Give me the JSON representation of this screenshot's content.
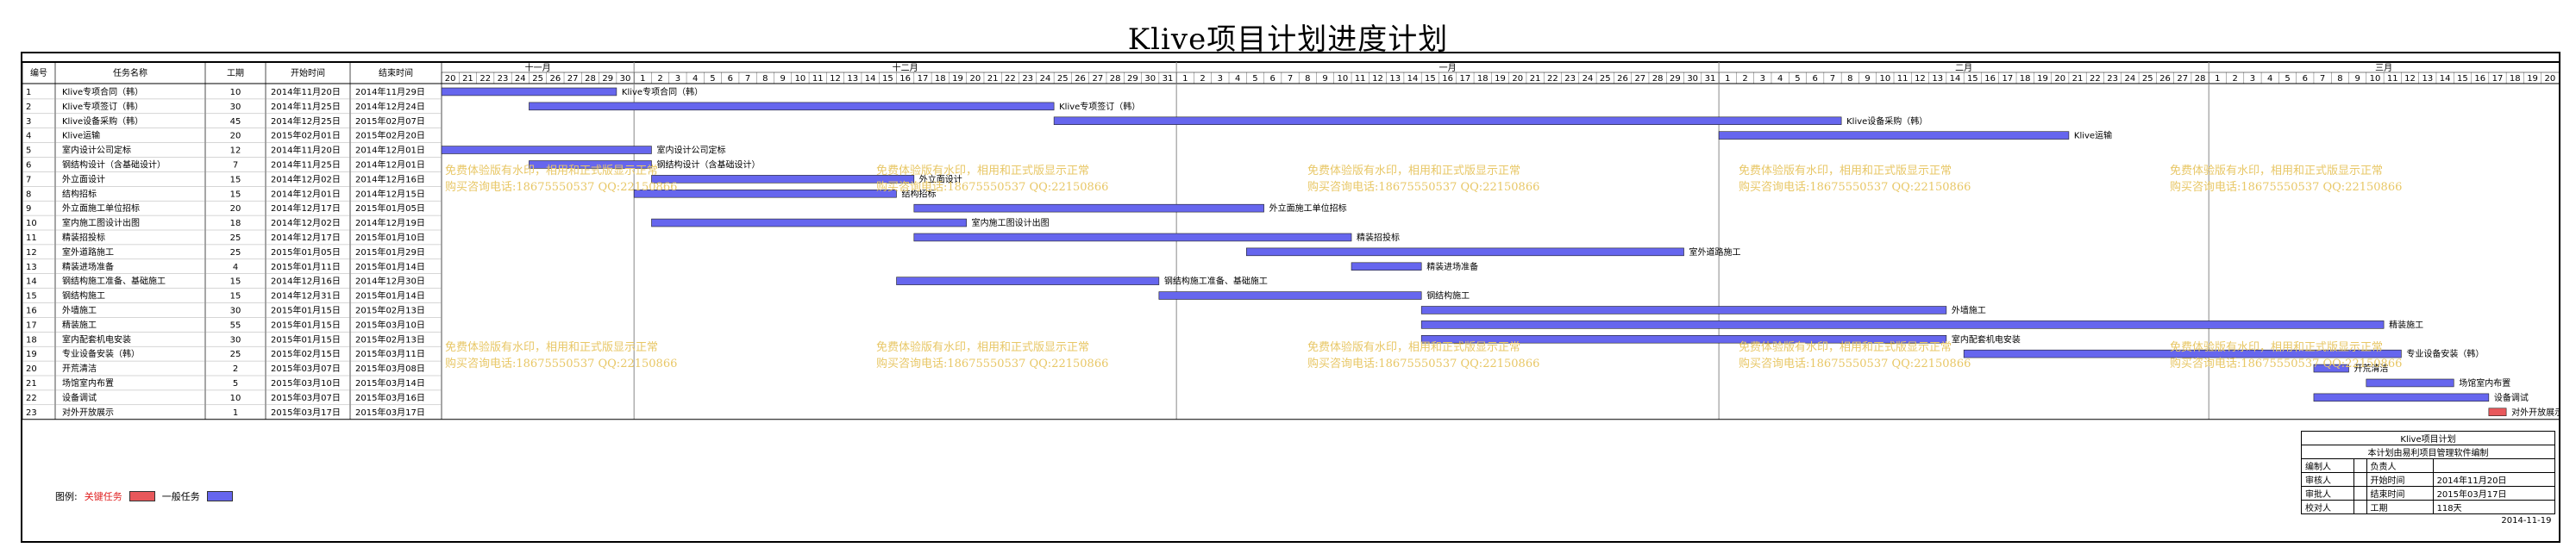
{
  "title": "Klive项目计划进度计划",
  "columns": [
    "编号",
    "任务名称",
    "工期",
    "开始时间",
    "结束时间"
  ],
  "months": [
    "十一月",
    "十二月",
    "一月",
    "二月",
    "三月"
  ],
  "watermark": {
    "line1": "免费体验版有水印，相用和正式版显示正常",
    "line2": "购买咨询电话:18675550537 QQ:22150866"
  },
  "legend": {
    "label": "图例:",
    "critical_label": "关键任务",
    "normal_label": "一般任务",
    "critical_color": "#e8585b",
    "normal_color": "#6666ee"
  },
  "colors": {
    "normal_bar": "#6666ee",
    "critical_bar": "#e8585b",
    "critical_text": "#e02020"
  },
  "chart_data": {
    "type": "gantt",
    "x_range": [
      "2014-11-20",
      "2015-03-21"
    ],
    "tasks": [
      {
        "id": "1",
        "name": "Klive专项合同（韩）",
        "duration": "10",
        "start": "2014年11月20日",
        "end": "2014年11月29日",
        "label": "Klive专项合同（韩）",
        "critical": false
      },
      {
        "id": "2",
        "name": "Klive专项签订（韩）",
        "duration": "30",
        "start": "2014年11月25日",
        "end": "2014年12月24日",
        "label": "Klive专项签订（韩）",
        "critical": false
      },
      {
        "id": "3",
        "name": "Klive设备采购（韩）",
        "duration": "45",
        "start": "2014年12月25日",
        "end": "2015年02月07日",
        "label": "Klive设备采购（韩）",
        "critical": false
      },
      {
        "id": "4",
        "name": "Klive运输",
        "duration": "20",
        "start": "2015年02月01日",
        "end": "2015年02月20日",
        "label": "Klive运输",
        "critical": false
      },
      {
        "id": "5",
        "name": "室内设计公司定标",
        "duration": "12",
        "start": "2014年11月20日",
        "end": "2014年12月01日",
        "label": "室内设计公司定标",
        "critical": false
      },
      {
        "id": "6",
        "name": "钢结构设计（含基础设计）",
        "duration": "7",
        "start": "2014年11月25日",
        "end": "2014年12月01日",
        "label": "钢结构设计（含基础设计）",
        "critical": false
      },
      {
        "id": "7",
        "name": "外立面设计",
        "duration": "15",
        "start": "2014年12月02日",
        "end": "2014年12月16日",
        "label": "外立面设计",
        "critical": false
      },
      {
        "id": "8",
        "name": "结构招标",
        "duration": "15",
        "start": "2014年12月01日",
        "end": "2014年12月15日",
        "label": "结构招标",
        "critical": false
      },
      {
        "id": "9",
        "name": "外立面施工单位招标",
        "duration": "20",
        "start": "2014年12月17日",
        "end": "2015年01月05日",
        "label": "外立面施工单位招标",
        "critical": false
      },
      {
        "id": "10",
        "name": "室内施工图设计出图",
        "duration": "18",
        "start": "2014年12月02日",
        "end": "2014年12月19日",
        "label": "室内施工图设计出图",
        "critical": false
      },
      {
        "id": "11",
        "name": "精装招投标",
        "duration": "25",
        "start": "2014年12月17日",
        "end": "2015年01月10日",
        "label": "精装招投标",
        "critical": false
      },
      {
        "id": "12",
        "name": "室外道路施工",
        "duration": "25",
        "start": "2015年01月05日",
        "end": "2015年01月29日",
        "label": "室外道路施工",
        "critical": false
      },
      {
        "id": "13",
        "name": "精装进场准备",
        "duration": "4",
        "start": "2015年01月11日",
        "end": "2015年01月14日",
        "label": "精装进场准备",
        "critical": false
      },
      {
        "id": "14",
        "name": "钢结构施工准备、基础施工",
        "duration": "15",
        "start": "2014年12月16日",
        "end": "2014年12月30日",
        "label": "钢结构施工准备、基础施工",
        "critical": false
      },
      {
        "id": "15",
        "name": "钢结构施工",
        "duration": "15",
        "start": "2014年12月31日",
        "end": "2015年01月14日",
        "label": "钢结构施工",
        "critical": false
      },
      {
        "id": "16",
        "name": "外墙施工",
        "duration": "30",
        "start": "2015年01月15日",
        "end": "2015年02月13日",
        "label": "外墙施工",
        "critical": false
      },
      {
        "id": "17",
        "name": "精装施工",
        "duration": "55",
        "start": "2015年01月15日",
        "end": "2015年03月10日",
        "label": "精装施工",
        "critical": false
      },
      {
        "id": "18",
        "name": "室内配套机电安装",
        "duration": "30",
        "start": "2015年01月15日",
        "end": "2015年02月13日",
        "label": "室内配套机电安装",
        "critical": false
      },
      {
        "id": "19",
        "name": "专业设备安装（韩）",
        "duration": "25",
        "start": "2015年02月15日",
        "end": "2015年03月11日",
        "label": "专业设备安装（韩）",
        "critical": false
      },
      {
        "id": "20",
        "name": "开荒清洁",
        "duration": "2",
        "start": "2015年03月07日",
        "end": "2015年03月08日",
        "label": "开荒清洁",
        "critical": false
      },
      {
        "id": "21",
        "name": "场馆室内布置",
        "duration": "5",
        "start": "2015年03月10日",
        "end": "2015年03月14日",
        "label": "场馆室内布置",
        "critical": false
      },
      {
        "id": "22",
        "name": "设备调试",
        "duration": "10",
        "start": "2015年03月07日",
        "end": "2015年03月16日",
        "label": "设备调试",
        "critical": false
      },
      {
        "id": "23",
        "name": "对外开放展示",
        "duration": "1",
        "start": "2015年03月17日",
        "end": "2015年03月17日",
        "label": "对外开放展示",
        "critical": true
      }
    ]
  },
  "info_block": {
    "title": "Klive项目计划",
    "subtitle": "本计划由易利项目管理软件编制",
    "rows": [
      [
        "编制人",
        "",
        "负责人",
        ""
      ],
      [
        "审核人",
        "",
        "开始时间",
        "2014年11月20日"
      ],
      [
        "审批人",
        "",
        "结束时间",
        "2015年03月17日"
      ],
      [
        "校对人",
        "",
        "工期",
        "118天"
      ]
    ],
    "date": "2014-11-19"
  }
}
